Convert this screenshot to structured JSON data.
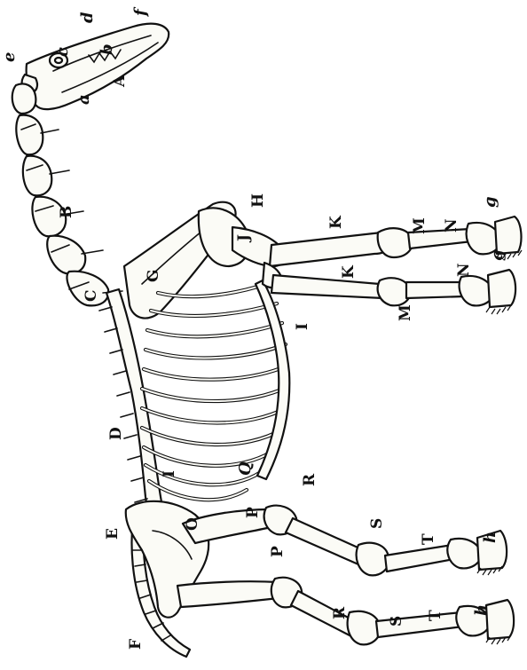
{
  "figure": {
    "labels": [
      {
        "id": "A",
        "text": "A"
      },
      {
        "id": "a",
        "text": "a"
      },
      {
        "id": "b",
        "text": "b"
      },
      {
        "id": "c",
        "text": "c"
      },
      {
        "id": "d",
        "text": "d"
      },
      {
        "id": "e",
        "text": "e"
      },
      {
        "id": "f",
        "text": "f"
      },
      {
        "id": "B",
        "text": "B"
      },
      {
        "id": "C",
        "text": "C"
      },
      {
        "id": "D",
        "text": "D"
      },
      {
        "id": "E",
        "text": "E"
      },
      {
        "id": "F",
        "text": "F"
      },
      {
        "id": "G",
        "text": "G"
      },
      {
        "id": "H",
        "text": "H"
      },
      {
        "id": "J",
        "text": "J"
      },
      {
        "id": "I1",
        "text": "I"
      },
      {
        "id": "I2",
        "text": "I"
      },
      {
        "id": "K1",
        "text": "K"
      },
      {
        "id": "K2",
        "text": "K"
      },
      {
        "id": "M1",
        "text": "M"
      },
      {
        "id": "M2",
        "text": "M"
      },
      {
        "id": "N1",
        "text": "N"
      },
      {
        "id": "N2",
        "text": "N"
      },
      {
        "id": "g1",
        "text": "g"
      },
      {
        "id": "g2",
        "text": "g"
      },
      {
        "id": "O",
        "text": "O"
      },
      {
        "id": "P1",
        "text": "P"
      },
      {
        "id": "P2",
        "text": "P"
      },
      {
        "id": "Q",
        "text": "Q"
      },
      {
        "id": "R1",
        "text": "R"
      },
      {
        "id": "R2",
        "text": "R"
      },
      {
        "id": "S1",
        "text": "S"
      },
      {
        "id": "S2",
        "text": "S"
      },
      {
        "id": "T1",
        "text": "T"
      },
      {
        "id": "T2",
        "text": "T"
      },
      {
        "id": "h1",
        "text": "h"
      },
      {
        "id": "h2",
        "text": "h"
      }
    ]
  }
}
